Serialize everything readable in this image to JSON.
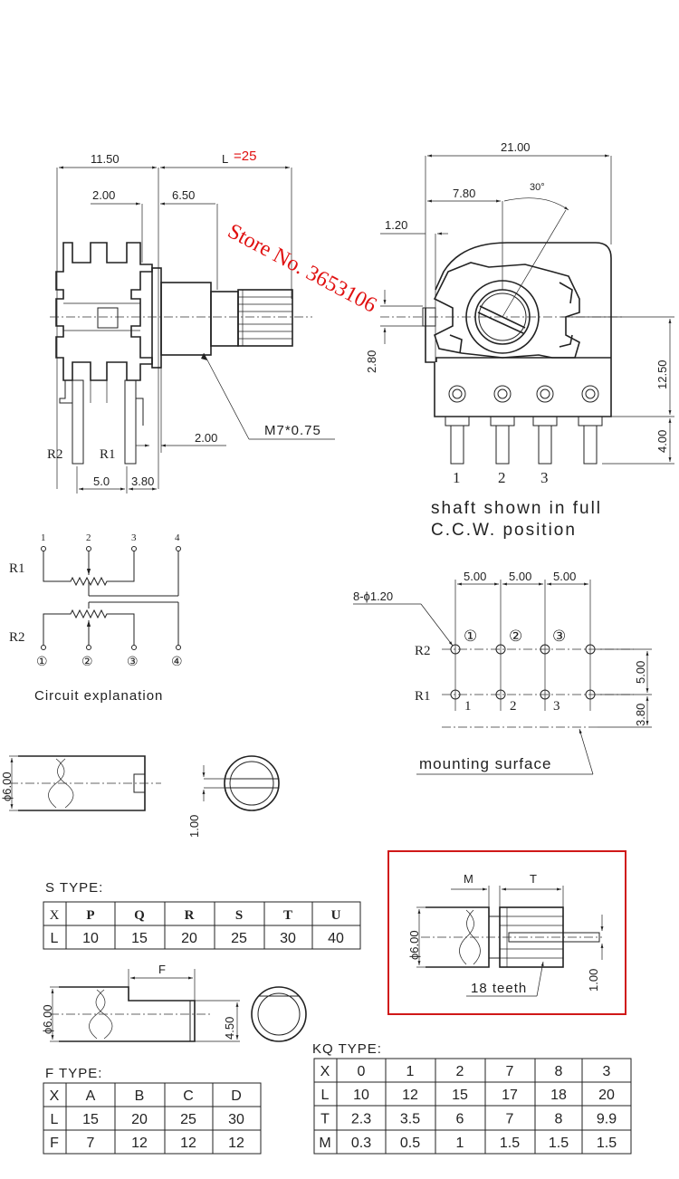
{
  "watermark": "Store No. 3653106",
  "side_view": {
    "dim_11_50": "11.50",
    "dim_L": "L",
    "dim_L_value": "=25",
    "dim_2_00_top": "2.00",
    "dim_6_50": "6.50",
    "thread": "M7*0.75",
    "dim_2_00_bottom": "2.00",
    "label_r2": "R2",
    "label_r1": "R1",
    "dim_5_0": "5.0",
    "dim_3_80": "3.80"
  },
  "front_view": {
    "dim_21_00": "21.00",
    "dim_7_80": "7.80",
    "dim_30": "30°",
    "dim_1_20": "1.20",
    "dim_2_80": "2.80",
    "dim_12_50": "12.50",
    "dim_4_00": "4.00",
    "pin1": "1",
    "pin2": "2",
    "pin3": "3",
    "caption_line1": "shaft shown in full",
    "caption_line2": "C.C.W. position"
  },
  "circuit": {
    "top_pins": [
      "1",
      "2",
      "3",
      "4"
    ],
    "bottom_pins": [
      "①",
      "②",
      "③",
      "④"
    ],
    "r1": "R1",
    "r2": "R2",
    "caption": "Circuit explanation"
  },
  "pcb_layout": {
    "spacing": [
      "5.00",
      "5.00",
      "5.00"
    ],
    "holes": "8-ϕ1.20",
    "circled": [
      "①",
      "②",
      "③"
    ],
    "pins": [
      "1",
      "2",
      "3"
    ],
    "r2": "R2",
    "r1": "R1",
    "dim_5_00": "5.00",
    "dim_3_80": "3.80",
    "mounting": "mounting surface"
  },
  "shaft_d": {
    "dia": "ϕ6.00",
    "dim_1_00": "1.00"
  },
  "s_type": {
    "title": "S TYPE:",
    "headers": [
      "X",
      "P",
      "Q",
      "R",
      "S",
      "T",
      "U"
    ],
    "row": [
      "L",
      "10",
      "15",
      "20",
      "25",
      "30",
      "40"
    ]
  },
  "f_shaft": {
    "label_f": "F",
    "dia": "ϕ6.00",
    "dim_4_50": "4.50"
  },
  "f_type": {
    "title": "F TYPE:",
    "headers": [
      "X",
      "A",
      "B",
      "C",
      "D"
    ],
    "rows": [
      [
        "L",
        "15",
        "20",
        "25",
        "30"
      ],
      [
        "F",
        "7",
        "12",
        "12",
        "12"
      ]
    ]
  },
  "knurled": {
    "label_m": "M",
    "label_t": "T",
    "dia": "ϕ6.00",
    "dim_1_00": "1.00",
    "teeth": "18 teeth",
    "border_color": "#d01818"
  },
  "kq_type": {
    "title": "KQ TYPE:",
    "headers": [
      "X",
      "0",
      "1",
      "2",
      "7",
      "8",
      "3"
    ],
    "rows": [
      [
        "L",
        "10",
        "12",
        "15",
        "17",
        "18",
        "20"
      ],
      [
        "T",
        "2.3",
        "3.5",
        "6",
        "7",
        "8",
        "9.9"
      ],
      [
        "M",
        "0.3",
        "0.5",
        "1",
        "1.5",
        "1.5",
        "1.5"
      ]
    ]
  }
}
